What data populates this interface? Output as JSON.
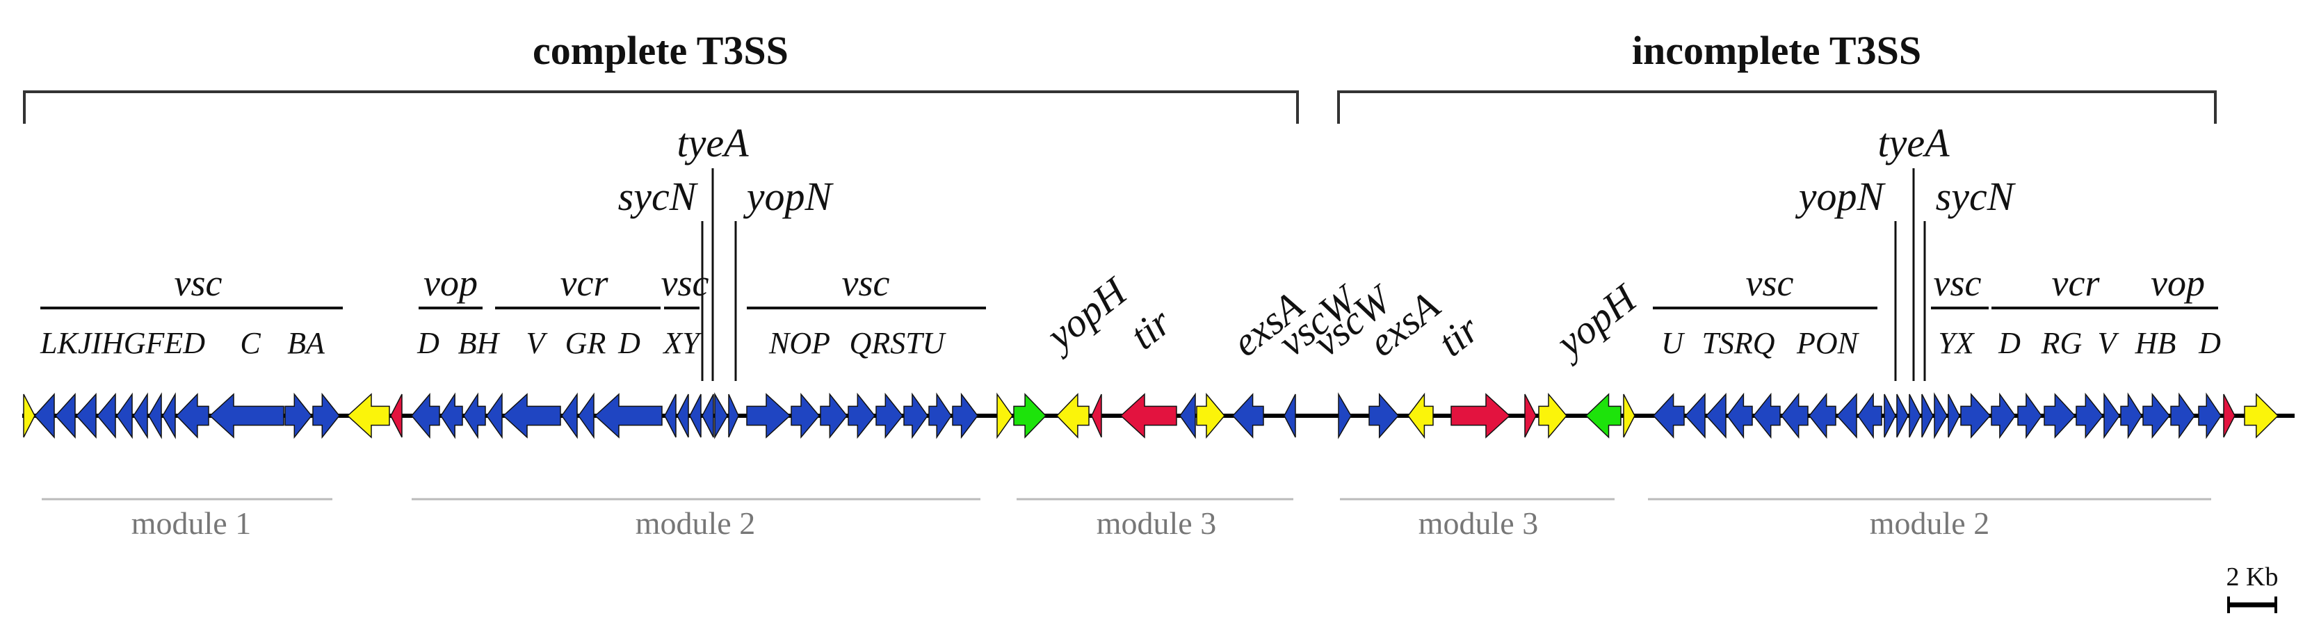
{
  "titles": {
    "complete": "complete T3SS",
    "incomplete": "incomplete T3SS"
  },
  "families": {
    "vsc_a": "vsc",
    "vop_b": "vop",
    "vcr_b": "vcr",
    "vsc_b": "vsc",
    "vsc_c": "vsc",
    "vsc_d": "vsc",
    "vsc_e": "vsc",
    "vcr_e": "vcr",
    "vop_e": "vop"
  },
  "gene_letters": {
    "g1": "LKJIHGFED",
    "g2": "C",
    "g3": "BA",
    "g4": "D",
    "g5": "BH",
    "g6": "V",
    "g7": "GR",
    "g8": "D",
    "g9": "XY",
    "g10": "NOP",
    "g11": "QRSTU",
    "g12": "U",
    "g13": "TSRQ",
    "g14": "PON",
    "g15": "YX",
    "g16": "D",
    "g17": "RG",
    "g18": "V",
    "g19": "HB",
    "g20": "D"
  },
  "callouts": {
    "tyeA_a": "tyeA",
    "sycN_a": "sycN",
    "yopN_a": "yopN",
    "yopH_a": "yopH",
    "tir_a": "tir",
    "exsA_a": "exsA",
    "vscW_a": "vscW",
    "vscW_b": "vscW",
    "exsA_b": "exsA",
    "tir_b": "tir",
    "yopH_b": "yopH",
    "tyeA_b": "tyeA",
    "yopN_b": "yopN",
    "sycN_b": "sycN"
  },
  "modules": {
    "m1": "module 1",
    "m2": "module 2",
    "m3": "module 3",
    "m4": "module 3",
    "m5": "module 2"
  },
  "scale_bar": "2 Kb",
  "colors": {
    "blue": "#1f45c2",
    "yellow": "#fbf40a",
    "red": "#e3133f",
    "green": "#1de30b",
    "backbone": "#000000",
    "module_line": "#bbbbbb"
  }
}
